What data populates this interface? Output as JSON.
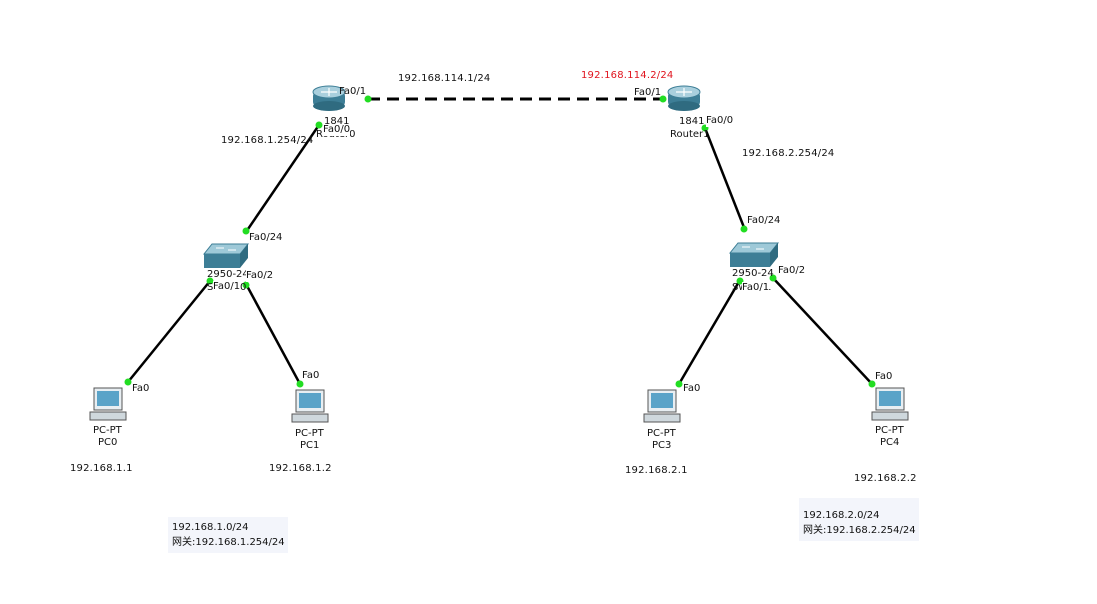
{
  "links": {
    "wan": {
      "network": "192.168.114.1/24",
      "r0_port": "Fa0/1",
      "r1_port": "Fa0/1",
      "r1_ip": "192.168.114.2/24"
    },
    "r0_sw0": {
      "r0_port": "Fa0/0",
      "sw_port": "Fa0/24",
      "r0_ip": "192.168.1.254/24"
    },
    "r1_sw1": {
      "r1_port": "Fa0/0",
      "sw_port": "Fa0/24",
      "r1_ip": "192.168.2.254/24"
    },
    "sw0_pc0": {
      "sw_port": "Fa0/1",
      "pc_port": "Fa0"
    },
    "sw0_pc1": {
      "sw_port": "Fa0/2",
      "pc_port": "Fa0"
    },
    "sw1_pc3": {
      "sw_port": "Fa0/1",
      "pc_port": "Fa0"
    },
    "sw1_pc4": {
      "sw_port": "Fa0/2",
      "pc_port": "Fa0"
    }
  },
  "devices": {
    "router0": {
      "model": "1841",
      "name": "Router0"
    },
    "router1": {
      "model": "1841",
      "name": "Router1"
    },
    "switch0": {
      "model": "2950-24",
      "name": "Switch0"
    },
    "switch1": {
      "model": "2950-24",
      "name": "Switch1"
    },
    "pc0": {
      "type": "PC-PT",
      "name": "PC0",
      "ip": "192.168.1.1"
    },
    "pc1": {
      "type": "PC-PT",
      "name": "PC1",
      "ip": "192.168.1.2"
    },
    "pc3": {
      "type": "PC-PT",
      "name": "PC3",
      "ip": "192.168.2.1"
    },
    "pc4": {
      "type": "PC-PT",
      "name": "PC4",
      "ip": "192.168.2.2"
    }
  },
  "notes": {
    "left": {
      "network": "192.168.1.0/24",
      "gateway": "网关:192.168.1.254/24"
    },
    "right": {
      "network": "192.168.2.0/24",
      "gateway": "网关:192.168.2.254/24"
    }
  },
  "colors": {
    "link": "#000000",
    "link_up": "#22dd22",
    "red_label": "#e0141e",
    "device": "#4a8fa8"
  }
}
